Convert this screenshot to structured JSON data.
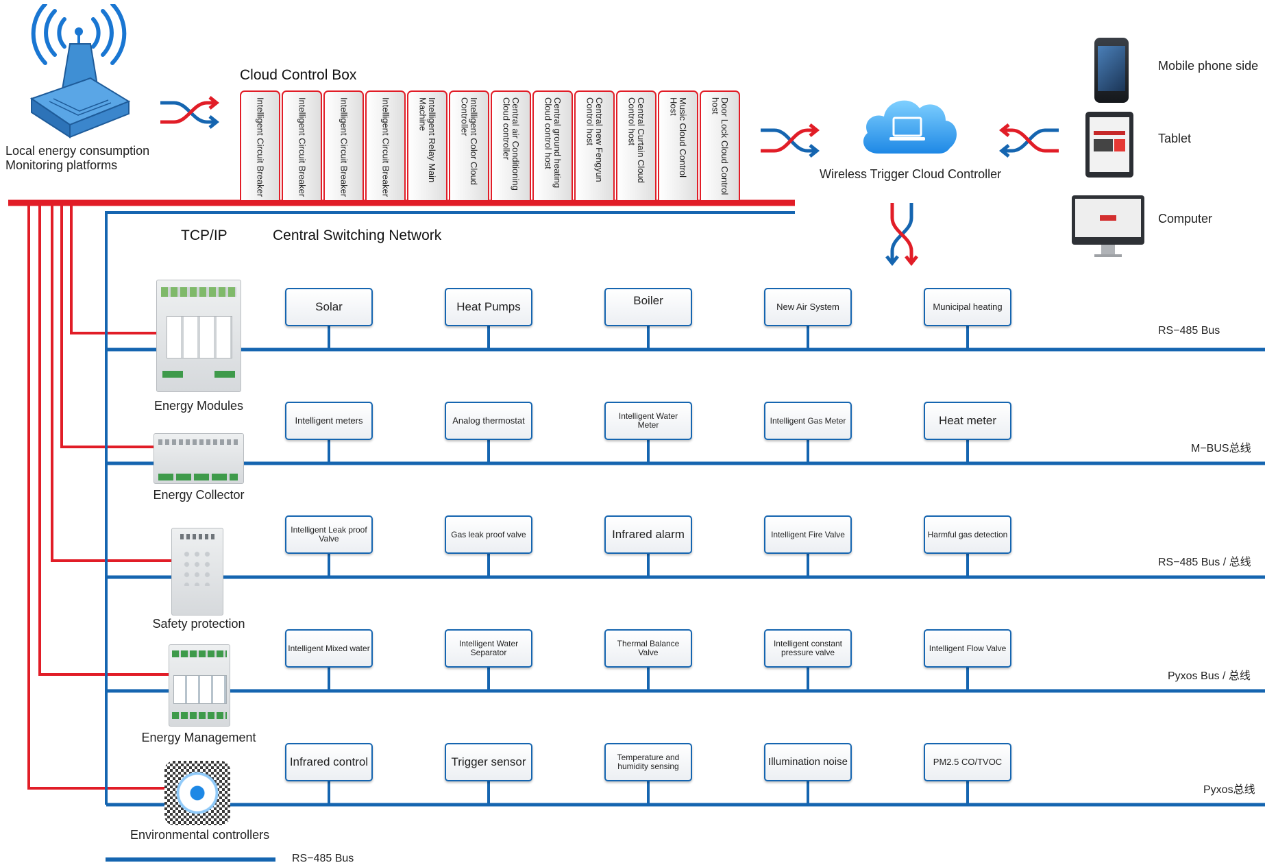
{
  "platform": {
    "label_line1": "Local energy consumption",
    "label_line2": "Monitoring platforms"
  },
  "cloud_box": {
    "title": "Cloud Control Box",
    "modules": [
      "Intelligent Circuit Breaker",
      "Intelligent Circuit Breaker",
      "Intelligent Circuit Breaker",
      "Intelligent Circuit Breaker",
      "Intelligent Relay Main\nMachine",
      "Intelligent Color Cloud\nController",
      "Central air Conditioning\nCloud controller",
      "Central ground heating\nCloud control host",
      "Central new Fengyun\nControl host",
      "Central Curtain Cloud\nControl host",
      "Music Cloud Control\nHost",
      "Door Lock Cloud Control\nhost"
    ]
  },
  "cloud_controller": {
    "label": "Wireless Trigger Cloud Controller"
  },
  "clients": {
    "mobile": "Mobile phone side",
    "tablet": "Tablet",
    "computer": "Computer"
  },
  "network": {
    "tcpip": "TCP/IP",
    "central": "Central Switching Network"
  },
  "rows": [
    {
      "module": "Energy Modules",
      "bus": "RS−485 Bus",
      "devices": [
        "Solar",
        "Heat Pumps",
        "Boiler",
        "New Air System",
        "Municipal heating"
      ]
    },
    {
      "module": "Energy Collector",
      "bus": "M−BUS总线",
      "devices": [
        "Intelligent meters",
        "Analog thermostat",
        "Intelligent Water Meter",
        "Intelligent Gas Meter",
        "Heat meter"
      ]
    },
    {
      "module": "Safety protection",
      "bus": "RS−485 Bus / 总线",
      "devices": [
        "Intelligent Leak proof Valve",
        "Gas leak proof valve",
        "Infrared alarm",
        "Intelligent Fire Valve",
        "Harmful gas detection"
      ]
    },
    {
      "module": "Energy Management",
      "bus": "Pyxos Bus / 总线",
      "devices": [
        "Intelligent Mixed water",
        "Intelligent Water Separator",
        "Thermal Balance Valve",
        "Intelligent constant pressure valve",
        "Intelligent Flow Valve"
      ]
    },
    {
      "module": "Environmental controllers",
      "bus": "Pyxos总线",
      "devices": [
        "Infrared control",
        "Trigger sensor",
        "Temperature and humidity sensing",
        "Illumination noise",
        "PM2.5 CO/TVOC"
      ]
    }
  ],
  "legend": {
    "label": "RS−485 Bus"
  },
  "colors": {
    "red": "#e11d27",
    "blue": "#1565b0"
  },
  "icons": [
    "wifi-icon",
    "router-platform-icon",
    "shuffle-arrows-icon",
    "cloud-laptop-icon",
    "mobile-phone-icon",
    "tablet-icon",
    "computer-monitor-icon"
  ]
}
